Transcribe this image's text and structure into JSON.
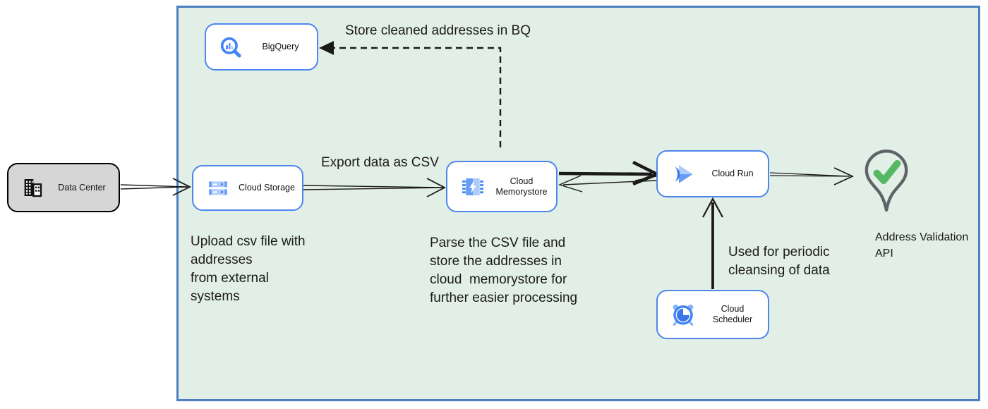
{
  "nodes": {
    "data_center": {
      "label": "Data Center"
    },
    "bigquery": {
      "label": "BigQuery"
    },
    "cloud_storage": {
      "label": "Cloud Storage"
    },
    "cloud_memorystore": {
      "label": "Cloud\nMemorystore"
    },
    "cloud_run": {
      "label": "Cloud Run"
    },
    "cloud_scheduler": {
      "label": "Cloud Scheduler"
    },
    "address_validation": {
      "label": "Address Validation\nAPI"
    }
  },
  "annotations": {
    "store_bq": "Store cleaned addresses in BQ",
    "export_csv": "Export data as CSV",
    "upload": "Upload csv file with\naddresses\nfrom external\nsystems",
    "parse": "Parse the CSV file and\nstore the addresses in\ncloud  memorystore for\nfurther easier processing",
    "periodic": "Used for periodic\ncleansing of data"
  },
  "colors": {
    "zone_background": "#e2efe6",
    "zone_border": "#4b7fc1",
    "node_border_blue": "#4d86ee",
    "datacenter_fill": "#d6d6d6",
    "icon_blue": "#4285f4",
    "icon_medium_blue": "#669df6",
    "icon_light_blue": "#aecbfa",
    "icon_dark_blue": "#3b78e7",
    "check_green": "#57b864",
    "pin_outline_gray": "#5f6368",
    "arrow_black": "#1a1a1a"
  }
}
